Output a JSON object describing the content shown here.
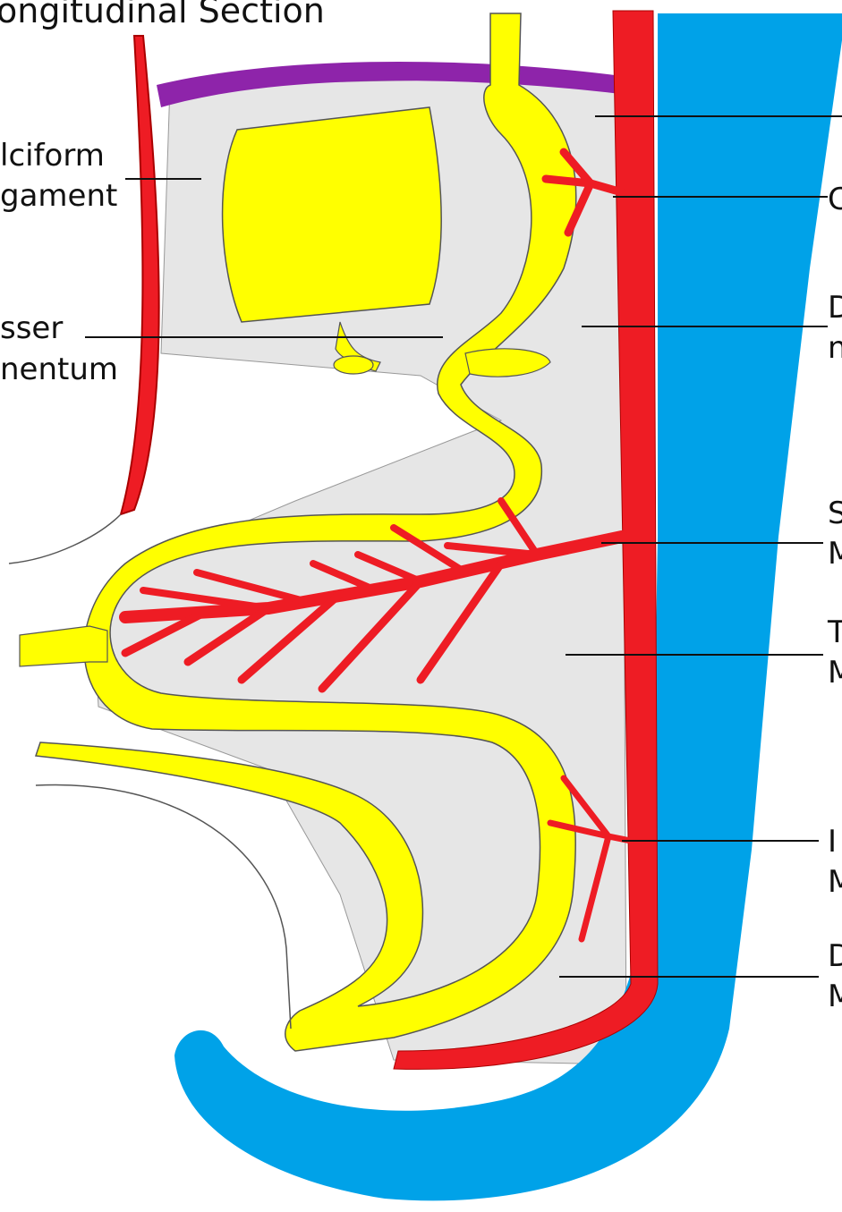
{
  "title": "ongitudinal Section",
  "labels": {
    "falciform_line1": "lciform",
    "falciform_line2": "gament",
    "lesser_omentum_line1": "sser",
    "lesser_omentum_line2": "nentum",
    "celiac_right": "C",
    "dorsal_mesogastrium_line1": "D",
    "dorsal_mesogastrium_line2": "n",
    "superior_mesenteric_line1": "S",
    "superior_mesenteric_line2": "M",
    "transverse_mesocolon_line1": "T",
    "transverse_mesocolon_line2": "M",
    "inferior_mesenteric_line1": "I",
    "inferior_mesenteric_line2": "M",
    "dorsal_mesentery_line1": "D",
    "dorsal_mesentery_line2": "M"
  },
  "colors": {
    "gut": "#ffff00",
    "artery": "#ee1c24",
    "body_wall": "#00a2e8",
    "diaphragm": "#8e24aa",
    "mesentery": "#e6e6e6",
    "outline": "#555555"
  }
}
